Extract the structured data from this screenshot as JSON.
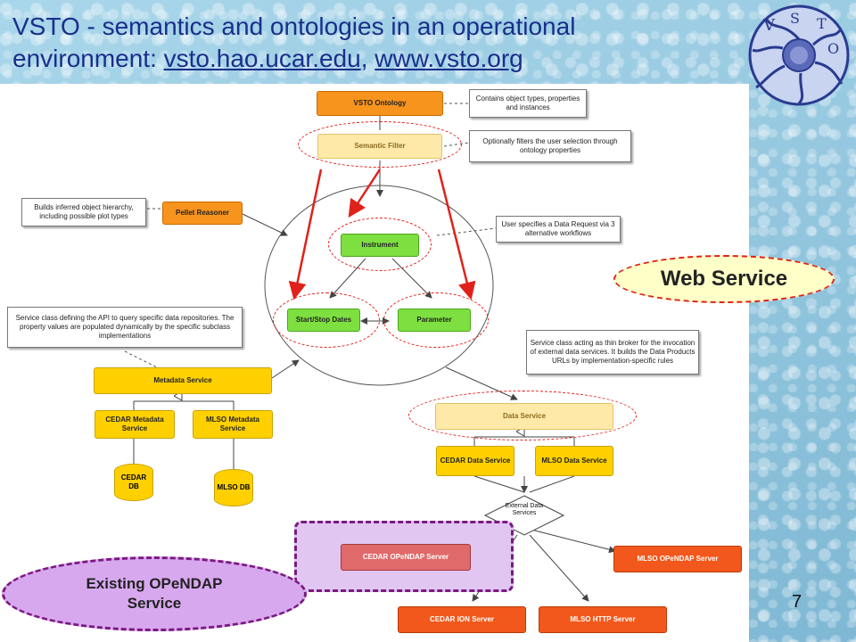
{
  "title": {
    "line1": "VSTO - semantics and ontologies in an operational",
    "line2_prefix": "environment: ",
    "link1": "vsto.hao.ucar.edu",
    "separator": ", ",
    "link2": "www.vsto.org"
  },
  "diagram": {
    "vsto_ontology": "VSTO Ontology",
    "semantic_filter": "Semantic Filter",
    "pellet_reasoner": "Pellet Reasoner",
    "instrument": "Instrument",
    "start_stop_dates": "Start/Stop Dates",
    "parameter": "Parameter",
    "metadata_service": "Metadata Service",
    "cedar_metadata_service": "CEDAR Metadata Service",
    "mlso_metadata_service": "MLSO Metadata Service",
    "cedar_db": "CEDAR DB",
    "mlso_db": "MLSO DB",
    "data_service": "Data Service",
    "cedar_data_service": "CEDAR Data Service",
    "mlso_data_service": "MLSO Data Service",
    "external_data_services": "External Data Services",
    "cedar_opendap_server": "CEDAR OPeNDAP Server",
    "mlso_opendap_server": "MLSO OPeNDAP Server",
    "cedar_ion_server": "CEDAR ION Server",
    "mlso_http_server": "MLSO HTTP Server",
    "note_ontology": "Contains object types, properties and instances",
    "note_filter": "Optionally filters the user selection through ontology properties",
    "note_reasoner": "Builds inferred object hierarchy, including possible plot types",
    "note_request": "User specifies a Data Request via 3 alternative workflows",
    "note_metadata": "Service class defining the API to query specific data repositories. The property values are populated dynamically by the specific subclass implementations",
    "note_broker": "Service class acting as thin broker for the invocation of external data services. It builds the Data Products URLs by implementation-specific rules"
  },
  "callouts": {
    "web_service": "Web Service",
    "existing_opendap_line1": "Existing OPeNDAP",
    "existing_opendap_line2": "Service"
  },
  "page_number": "7",
  "colors": {
    "title": "#1a2f8c",
    "highlight_red": "#e0211a",
    "purple": "#7a1a80"
  }
}
